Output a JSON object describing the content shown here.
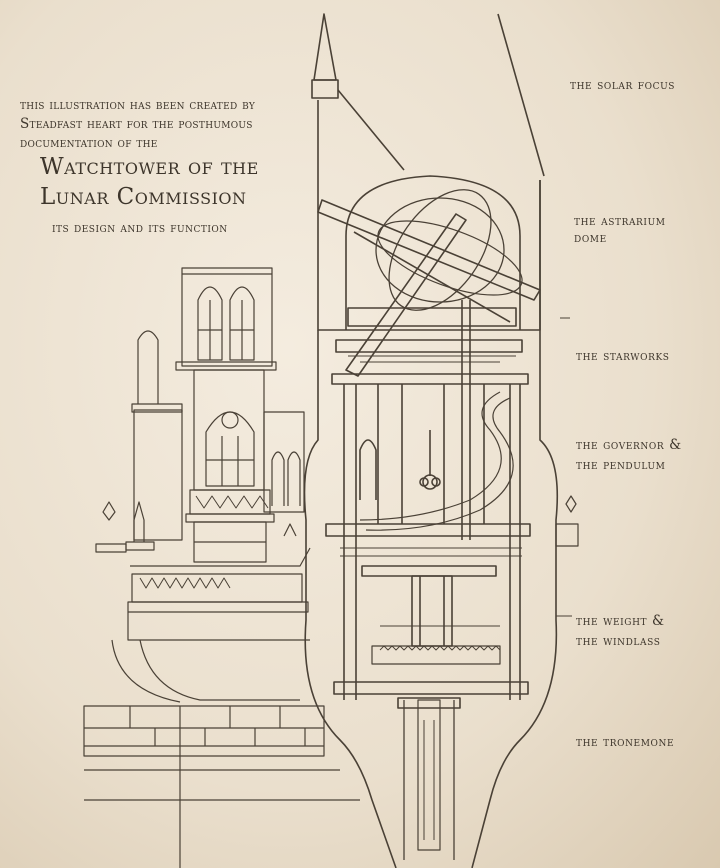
{
  "intro": "this illustration has been created by Steadfast heart for the posthumous documentation of the",
  "title": "Watchtower of the Lunar Commission",
  "subtitle": "its  design and its function",
  "labels": {
    "solar_focus": "the solar focus",
    "astrarium_dome_1": "the astrarium",
    "astrarium_dome_2": "dome",
    "starworks": "the starworks",
    "governor_1": "the governor &",
    "governor_2": "the pendulum",
    "weight_1": "the weight &",
    "weight_2": "the windlass",
    "tronemone": "the tronemone"
  },
  "colors": {
    "ink": "#3d352b",
    "paper": "#efe6d6"
  }
}
